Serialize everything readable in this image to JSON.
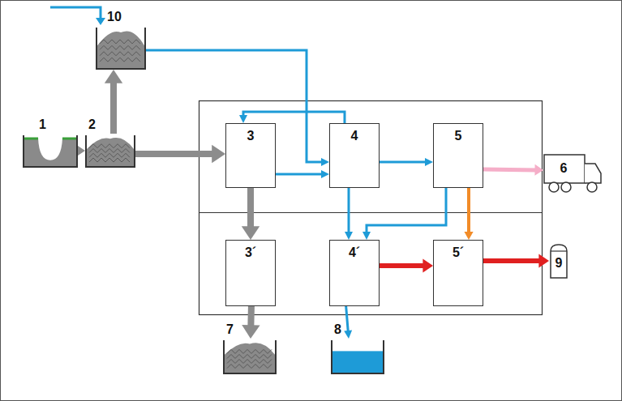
{
  "diagram": {
    "nodes": [
      {
        "text": [
          "10"
        ]
      },
      {
        "text": [
          "1"
        ]
      },
      {
        "text": [
          "2"
        ]
      },
      {
        "text": [
          "3"
        ]
      },
      {
        "text": [
          "4"
        ]
      },
      {
        "text": [
          "5"
        ]
      },
      {
        "text": [
          "6"
        ]
      },
      {
        "text": [
          "3´"
        ]
      },
      {
        "text": [
          "4´"
        ]
      },
      {
        "text": [
          "5´"
        ]
      },
      {
        "text": [
          "9"
        ]
      },
      {
        "text": [
          "7"
        ]
      },
      {
        "text": [
          "8"
        ]
      }
    ],
    "edges": [
      {
        "from": 1,
        "to": 2,
        "arrow": "to"
      },
      {
        "from": 2,
        "to": 0,
        "arrow": "to"
      },
      {
        "from": 2,
        "to": 3,
        "arrow": "to"
      },
      {
        "from": 0,
        "to": 4,
        "arrow": "to"
      },
      {
        "from": 3,
        "to": 4,
        "arrow": "to"
      },
      {
        "from": 4,
        "to": 3,
        "arrow": "to"
      },
      {
        "from": 4,
        "to": 5,
        "arrow": "to"
      },
      {
        "from": 5,
        "to": 6,
        "arrow": "to"
      },
      {
        "from": 3,
        "to": 7,
        "arrow": "to"
      },
      {
        "from": 4,
        "to": 8,
        "arrow": "to"
      },
      {
        "from": 5,
        "to": 8,
        "arrow": "to"
      },
      {
        "from": 5,
        "to": 9,
        "arrow": "to"
      },
      {
        "from": 8,
        "to": 9,
        "arrow": "to"
      },
      {
        "from": 9,
        "to": 10,
        "arrow": "to"
      },
      {
        "from": 7,
        "to": 11,
        "arrow": "to"
      },
      {
        "from": 8,
        "to": 12,
        "arrow": "to"
      }
    ]
  }
}
